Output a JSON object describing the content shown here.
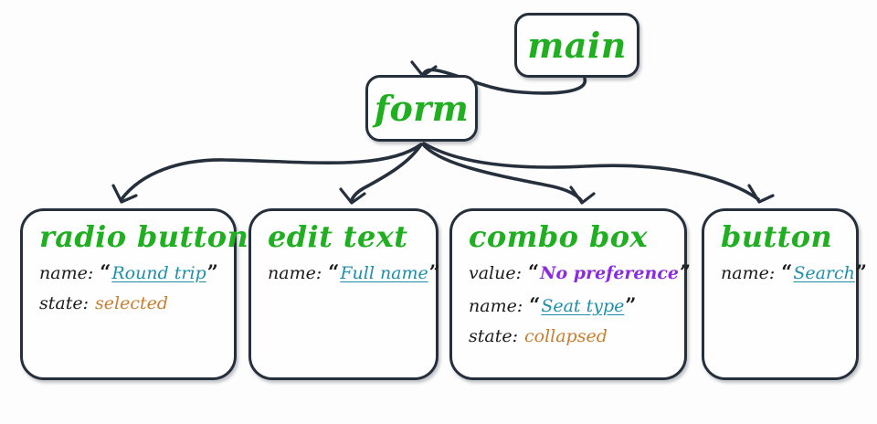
{
  "diagram": {
    "title": "accessibility-tree",
    "colors": {
      "role": "#1faf20",
      "name_value": "#1f8fa8",
      "value": "#8a2be2",
      "state": "#c87e2e",
      "border": "#26303d",
      "background": "#fdfdfd"
    },
    "nodes": [
      {
        "id": "main",
        "role": "main",
        "properties": []
      },
      {
        "id": "form",
        "role": "form",
        "properties": []
      },
      {
        "id": "radio-button",
        "role": "radio button",
        "properties": [
          {
            "key": "name:",
            "value": "Round trip",
            "kind": "name",
            "quoted": true
          },
          {
            "key": "state:",
            "value": "selected",
            "kind": "state",
            "quoted": false
          }
        ]
      },
      {
        "id": "edit-text",
        "role": "edit text",
        "properties": [
          {
            "key": "name:",
            "value": "Full name",
            "kind": "name",
            "quoted": true
          }
        ]
      },
      {
        "id": "combo-box",
        "role": "combo box",
        "properties": [
          {
            "key": "value:",
            "value": "No preference",
            "kind": "value",
            "quoted": true
          },
          {
            "key": "name:",
            "value": "Seat type",
            "kind": "name",
            "quoted": true
          },
          {
            "key": "state:",
            "value": "collapsed",
            "kind": "state",
            "quoted": false
          }
        ]
      },
      {
        "id": "button",
        "role": "button",
        "properties": [
          {
            "key": "name:",
            "value": "Search",
            "kind": "name",
            "quoted": true
          }
        ]
      }
    ],
    "edges": [
      {
        "from": "main",
        "to": "form"
      },
      {
        "from": "form",
        "to": "radio-button"
      },
      {
        "from": "form",
        "to": "edit-text"
      },
      {
        "from": "form",
        "to": "combo-box"
      },
      {
        "from": "form",
        "to": "button"
      }
    ],
    "quotes": {
      "open": "“",
      "close": "”"
    }
  }
}
